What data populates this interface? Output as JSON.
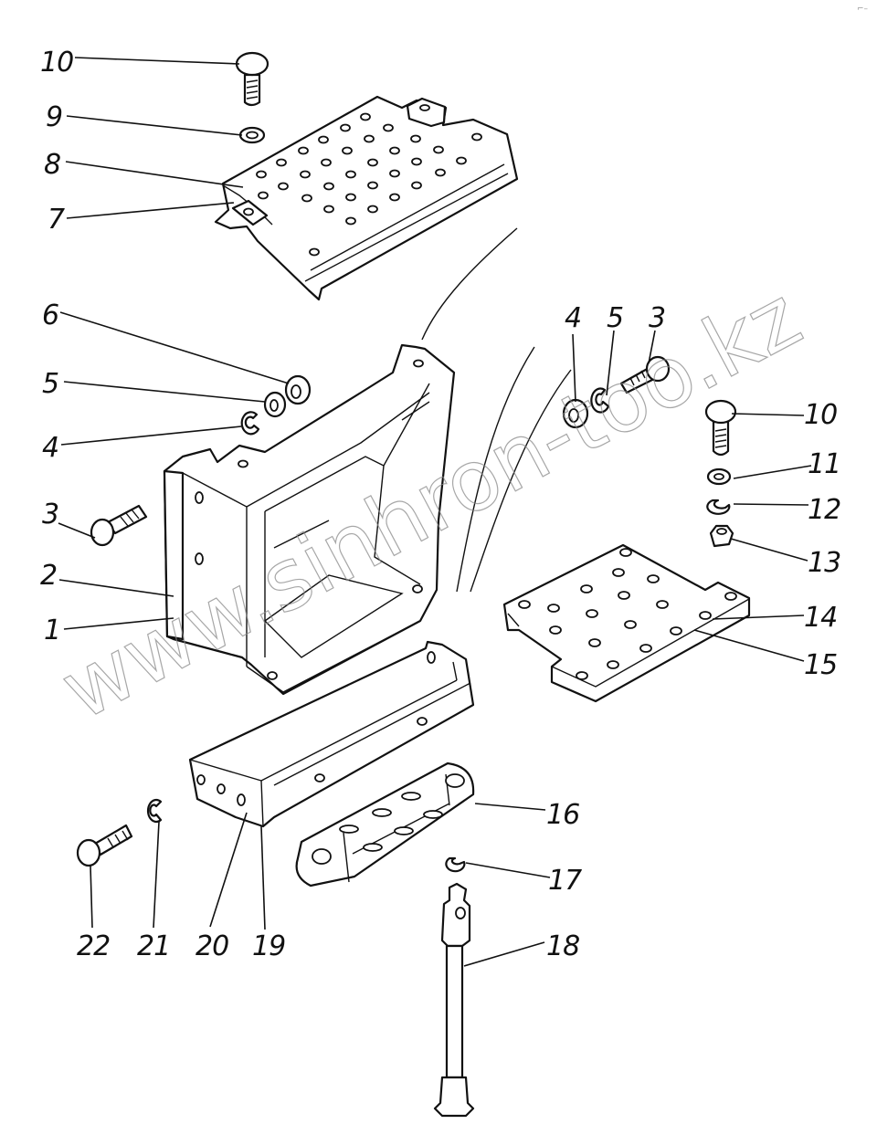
{
  "diagram": {
    "type": "exploded parts view",
    "watermark": "www.sinhron-too.kz",
    "corner_mark": "⌐–",
    "callouts": [
      {
        "id": "c10a",
        "label": "10",
        "part": "bolt-top"
      },
      {
        "id": "c9",
        "label": "9",
        "part": "washer-top"
      },
      {
        "id": "c8",
        "label": "8",
        "part": "step-plate"
      },
      {
        "id": "c7",
        "label": "7",
        "part": "step-plate-body"
      },
      {
        "id": "c6",
        "label": "6",
        "part": "nut-left"
      },
      {
        "id": "c5a",
        "label": "5",
        "part": "washer-left"
      },
      {
        "id": "c4a",
        "label": "4",
        "part": "spring-washer-left"
      },
      {
        "id": "c3a",
        "label": "3",
        "part": "bolt-left"
      },
      {
        "id": "c2",
        "label": "2",
        "part": "bracket-flange"
      },
      {
        "id": "c1",
        "label": "1",
        "part": "bracket"
      },
      {
        "id": "c4b",
        "label": "4",
        "part": "nut-right"
      },
      {
        "id": "c5b",
        "label": "5",
        "part": "spring-washer-right"
      },
      {
        "id": "c3b",
        "label": "3",
        "part": "bolt-right"
      },
      {
        "id": "c10b",
        "label": "10",
        "part": "bolt-right-vertical"
      },
      {
        "id": "c11",
        "label": "11",
        "part": "washer-right"
      },
      {
        "id": "c12",
        "label": "12",
        "part": "spring-washer-right-2"
      },
      {
        "id": "c13",
        "label": "13",
        "part": "nut-right-2"
      },
      {
        "id": "c14",
        "label": "14",
        "part": "step-plate-lower"
      },
      {
        "id": "c15",
        "label": "15",
        "part": "step-plate-lower-body"
      },
      {
        "id": "c16",
        "label": "16",
        "part": "step-bar"
      },
      {
        "id": "c17",
        "label": "17",
        "part": "spring-washer-bottom"
      },
      {
        "id": "c18",
        "label": "18",
        "part": "rod"
      },
      {
        "id": "c19",
        "label": "19",
        "part": "lower-bracket"
      },
      {
        "id": "c20",
        "label": "20",
        "part": "lower-bracket-flange"
      },
      {
        "id": "c21",
        "label": "21",
        "part": "spring-washer-bottom-left"
      },
      {
        "id": "c22",
        "label": "22",
        "part": "bolt-bottom-left"
      }
    ]
  }
}
